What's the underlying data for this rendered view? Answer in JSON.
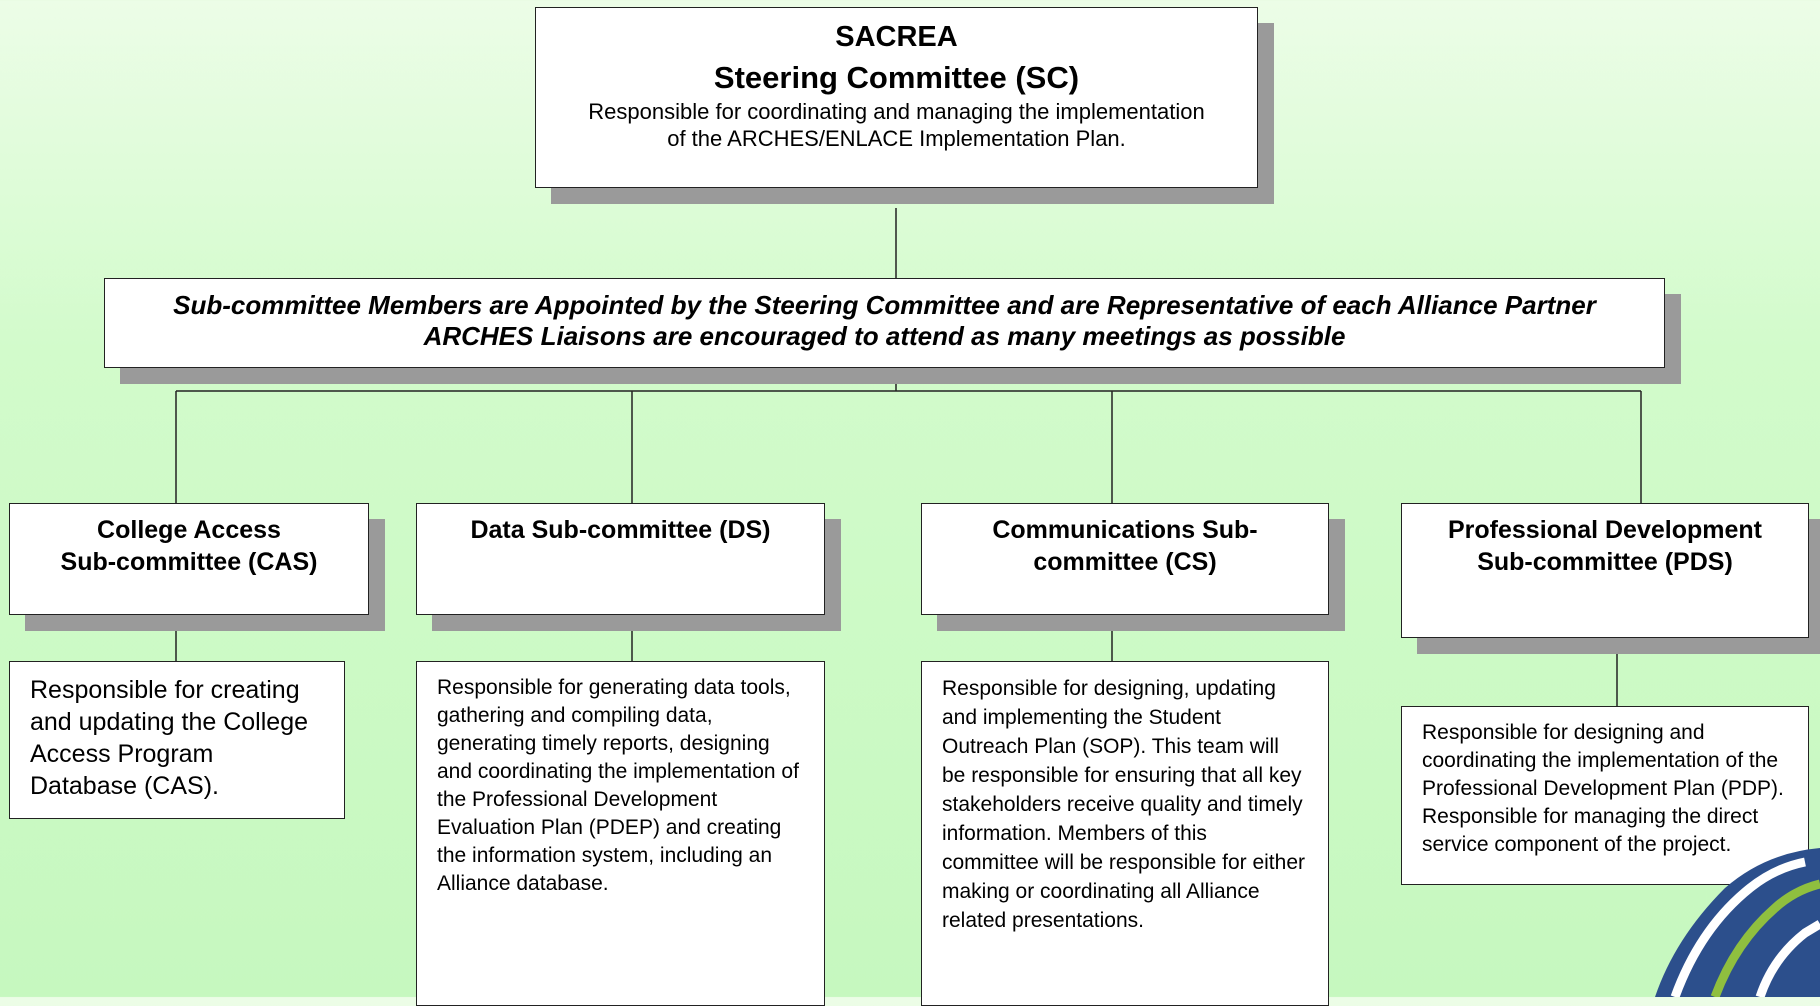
{
  "steering": {
    "line1": "SACREA",
    "line2": "Steering Committee (SC)",
    "desc_line1": "Responsible for coordinating and managing the implementation",
    "desc_line2": "of the ARCHES/ENLACE Implementation Plan."
  },
  "band": {
    "line1": "Sub-committee Members are Appointed by the Steering Committee and are Representative of each Alliance Partner",
    "line2": "ARCHES Liaisons are encouraged to attend as many meetings as possible"
  },
  "subcommittees": [
    {
      "title_line1": "College Access",
      "title_line2": "Sub-committee (CAS)",
      "desc": "Responsible for creating and updating the College Access Program Database (CAS)."
    },
    {
      "title_line1": "Data Sub-committee (DS)",
      "title_line2": "",
      "desc": "Responsible for generating data tools, gathering and compiling data, generating timely reports, designing and coordinating the implementation of the Professional Development Evaluation Plan (PDEP) and creating the information system, including an Alliance database."
    },
    {
      "title_line1": "Communications Sub-",
      "title_line2": "committee (CS)",
      "desc": "Responsible for designing, updating and implementing the Student Outreach Plan (SOP). This team will be responsible for ensuring that all key stakeholders receive quality and timely information. Members of this committee will be responsible for either making or coordinating all Alliance related presentations."
    },
    {
      "title_line1": "Professional Development",
      "title_line2": "Sub-committee (PDS)",
      "desc": "Responsible for designing and coordinating the implementation of the Professional Development Plan (PDP).  Responsible for managing the direct service component of the project."
    }
  ],
  "colors": {
    "background_top": "#ecfde7",
    "background_bottom": "#c6f8bf",
    "shadow": "#9a9a9a",
    "logo_blue": "#2c4f8c",
    "logo_green": "#8fbf3f"
  }
}
